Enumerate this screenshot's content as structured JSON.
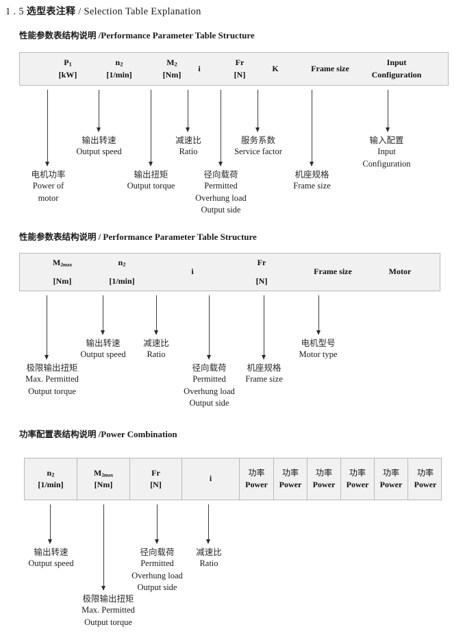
{
  "doc": {
    "section_number": "1 . 5",
    "title_cn": "选型表注释",
    "title_sep": "/",
    "title_en": "Selection Table Explanation"
  },
  "sections": [
    {
      "heading_cn": "性能参数表结构说明",
      "heading_sep": "/",
      "heading_en": "Performance Parameter Table Structure",
      "table": {
        "columns": [
          {
            "line1": "P",
            "sub1": "1",
            "line2": "[kW]"
          },
          {
            "line1": "n",
            "sub1": "2",
            "line2": "[1/min]"
          },
          {
            "line1": "M",
            "sub1": "2",
            "line2": "[Nm]"
          },
          {
            "line1": "i",
            "sub1": "",
            "line2": ""
          },
          {
            "line1": "Fr",
            "sub1": "",
            "line2": "[N]"
          },
          {
            "line1": "K",
            "sub1": "",
            "line2": ""
          },
          {
            "line1": "Frame size",
            "sub1": "",
            "line2": ""
          },
          {
            "line1": "Input",
            "sub1": "",
            "line2": "Configuration"
          }
        ]
      },
      "callouts": [
        {
          "cn": "电机功率",
          "en": [
            "Power of",
            "motor"
          ]
        },
        {
          "cn": "输出转速",
          "en": [
            "Output speed"
          ]
        },
        {
          "cn": "输出扭矩",
          "en": [
            "Output torque"
          ]
        },
        {
          "cn": "减速比",
          "en": [
            "Ratio"
          ]
        },
        {
          "cn": "径向载荷",
          "en": [
            "Permitted",
            "Overhung load",
            "Output side"
          ]
        },
        {
          "cn": "服务系数",
          "en": [
            "Service factor"
          ]
        },
        {
          "cn": "机座规格",
          "en": [
            "Frame size"
          ]
        },
        {
          "cn": "输入配置",
          "en": [
            "Input",
            "Configuration"
          ]
        }
      ]
    },
    {
      "heading_cn": "性能参数表结构说明",
      "heading_sep": "/",
      "heading_en": "Performance Parameter Table Structure",
      "table": {
        "columns": [
          {
            "line1": "M",
            "sub1": "2max",
            "line2": "[Nm]"
          },
          {
            "line1": "n",
            "sub1": "2",
            "line2": "[1/min]"
          },
          {
            "line1": "i",
            "sub1": "",
            "line2": ""
          },
          {
            "line1": "Fr",
            "sub1": "",
            "line2": "[N]"
          },
          {
            "line1": "Frame size",
            "sub1": "",
            "line2": ""
          },
          {
            "line1": "Motor",
            "sub1": "",
            "line2": ""
          }
        ]
      },
      "callouts": [
        {
          "cn": "极限输出扭矩",
          "en": [
            "Max. Permitted",
            "Output  torque"
          ]
        },
        {
          "cn": "输出转速",
          "en": [
            "Output speed"
          ]
        },
        {
          "cn": "减速比",
          "en": [
            "Ratio"
          ]
        },
        {
          "cn": "径向载荷",
          "en": [
            "Permitted",
            "Overhung load",
            "Output side"
          ]
        },
        {
          "cn": "机座规格",
          "en": [
            "Frame size"
          ]
        },
        {
          "cn": "电机型号",
          "en": [
            "Motor type"
          ]
        }
      ]
    },
    {
      "heading_cn": "功率配置表结构说明",
      "heading_sep": "/",
      "heading_en": "Power Combination",
      "table": {
        "columns": [
          {
            "line1": "n",
            "sub1": "2",
            "line2": "[1/min]"
          },
          {
            "line1": "M",
            "sub1": "2max",
            "line2": "[Nm]"
          },
          {
            "line1": "Fr",
            "sub1": "",
            "line2": "[N]"
          },
          {
            "line1": "i",
            "sub1": "",
            "line2": ""
          },
          {
            "line1": "功率",
            "sub1": "",
            "line2": "Power"
          },
          {
            "line1": "功率",
            "sub1": "",
            "line2": "Power"
          },
          {
            "line1": "功率",
            "sub1": "",
            "line2": "Power"
          },
          {
            "line1": "功率",
            "sub1": "",
            "line2": "Power"
          },
          {
            "line1": "功率",
            "sub1": "",
            "line2": "Power"
          },
          {
            "line1": "功率",
            "sub1": "",
            "line2": "Power"
          }
        ]
      },
      "callouts": [
        {
          "cn": "输出转速",
          "en": [
            "Output speed"
          ]
        },
        {
          "cn": "极限输出扭矩",
          "en": [
            "Max. Permitted",
            "Output  torque"
          ]
        },
        {
          "cn": "径向载荷",
          "en": [
            "Permitted",
            "Overhung load",
            "Output side"
          ]
        },
        {
          "cn": "减速比",
          "en": [
            "Ratio"
          ]
        }
      ]
    }
  ],
  "colors": {
    "table_fill": "#f1f1f1",
    "table_border": "#b9b9b9",
    "arrow": "#2b2b2b",
    "text": "#1a1a1a"
  }
}
